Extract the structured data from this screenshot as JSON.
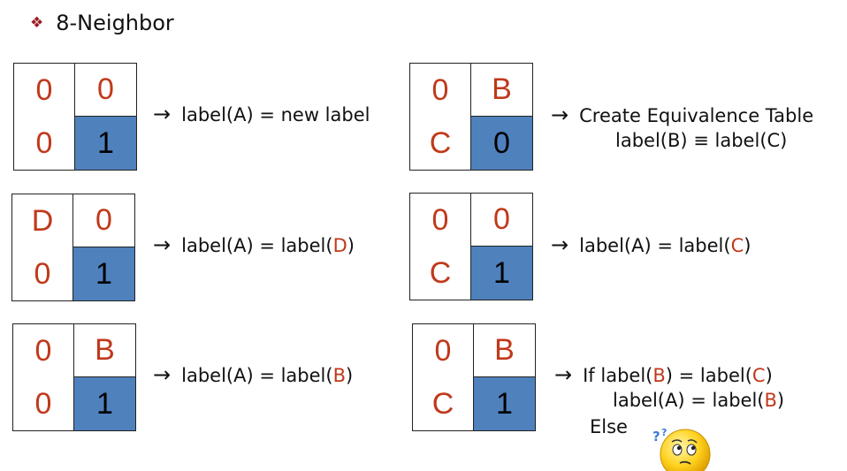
{
  "title": {
    "bullet": "❖",
    "text": "8-Neighbor"
  },
  "arrow": "→",
  "panels": [
    {
      "cells": [
        "0",
        "0",
        "0",
        "1"
      ]
    },
    {
      "cells": [
        "0",
        "B",
        "C",
        "0"
      ]
    },
    {
      "cells": [
        "D",
        "0",
        "0",
        "1"
      ]
    },
    {
      "cells": [
        "0",
        "0",
        "C",
        "1"
      ]
    },
    {
      "cells": [
        "0",
        "B",
        "0",
        "1"
      ]
    },
    {
      "cells": [
        "0",
        "B",
        "C",
        "1"
      ]
    }
  ],
  "rules": {
    "r1": {
      "text": "label(A) = new label"
    },
    "r2": {
      "line1": "Create Equivalence Table",
      "line2": "label(B) ≡ label(C)"
    },
    "r3": {
      "prefix": "label(A) = label(",
      "var": "D",
      "suffix": ")"
    },
    "r4": {
      "prefix": "label(A) = label(",
      "var": "C",
      "suffix": ")"
    },
    "r5": {
      "prefix": "label(A) = label(",
      "var": "B",
      "suffix": ")"
    },
    "r6": {
      "l1_a": "If label(",
      "l1_b": "B",
      "l1_c": ") = label(",
      "l1_d": "C",
      "l1_e": ")",
      "l2_a": "label(A) = label(",
      "l2_b": "B",
      "l2_c": ")",
      "l3": "Else"
    }
  },
  "icons": {
    "thinking": "thinking-smiley-icon"
  },
  "colors": {
    "highlight": "#4f81bd",
    "label_red": "#c0391b",
    "bullet": "#9b1c25"
  }
}
